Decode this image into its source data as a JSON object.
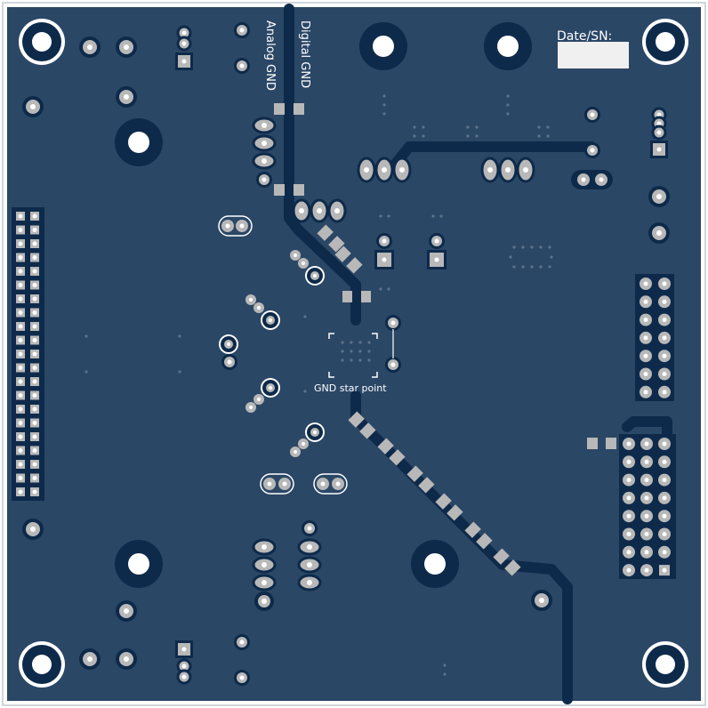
{
  "board": {
    "labels": {
      "date_sn": "Date/SN:",
      "digital_gnd": "Digital GND",
      "analog_gnd": "Analog GND",
      "gnd_star_point": "GND star point"
    },
    "colors": {
      "background": "#ffffff",
      "outline": "#cfd6dc",
      "copper": "#2b4766",
      "trace": "#0e2a4a",
      "pad_ring": "#ffffff",
      "pad_gray": "#b8b8b8",
      "silkscreen": "#ffffff"
    }
  }
}
